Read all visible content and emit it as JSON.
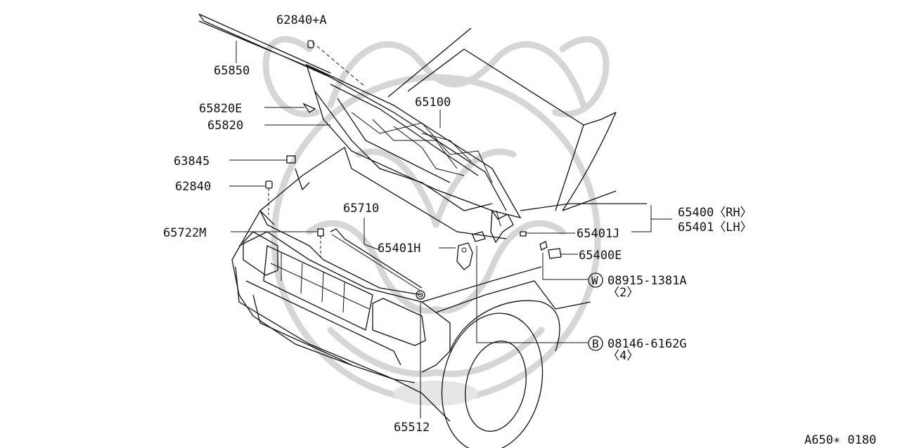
{
  "diagram_code": "A650∗ 0180",
  "parts": {
    "p65850": "65850",
    "p62840a": "62840+A",
    "p65820e": "65820E",
    "p65820": "65820",
    "p65100": "65100",
    "p63845": "63845",
    "p62840": "62840",
    "p65710": "65710",
    "p65722m": "65722M",
    "p65401h": "65401H",
    "p65400rh": "65400〈RH〉",
    "p65401lh": "65401〈LH〉",
    "p65401j": "65401J",
    "p65400e": "65400E",
    "p08915": "08915-1381A",
    "p08915qty": "〈2〉",
    "p08915prefix": "W",
    "p08146": "08146-6162G",
    "p08146qty": "〈4〉",
    "p08146prefix": "B",
    "p65512": "65512"
  },
  "colors": {
    "ink": "#111111",
    "watermark": "#d6d6d6",
    "background": "#ffffff"
  }
}
